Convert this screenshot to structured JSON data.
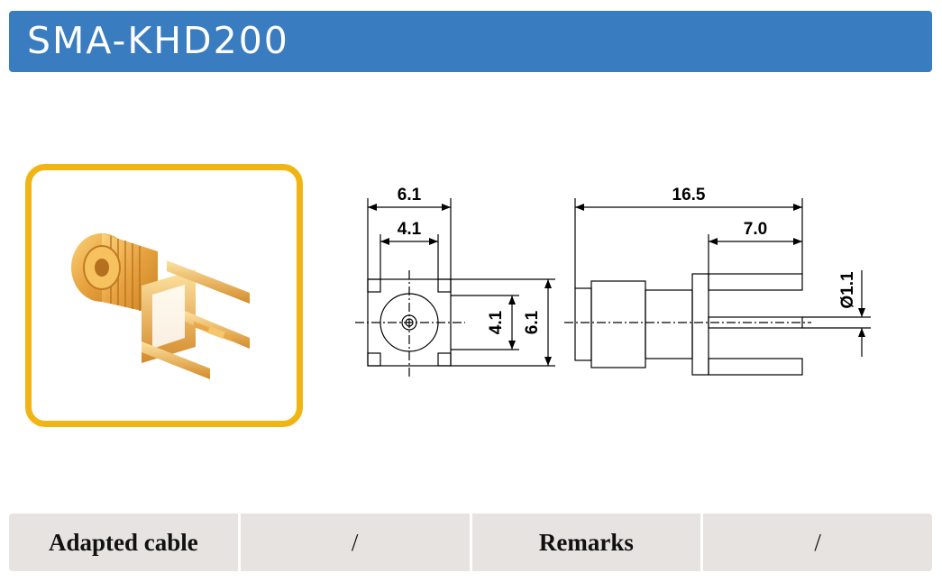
{
  "title": "SMA-KHD200",
  "drawing": {
    "front_width_outer": "6.1",
    "front_width_inner": "4.1",
    "front_height_inner": "4.1",
    "front_height_outer": "6.1",
    "side_length": "16.5",
    "side_pin_length": "7.0",
    "pin_diameter": "Ø1.1"
  },
  "table": {
    "adapted_cable_label": "Adapted cable",
    "adapted_cable_value": "/",
    "remarks_label": "Remarks",
    "remarks_value": "/"
  },
  "colors": {
    "title_bar": "#3a7cc0",
    "photo_frame": "#f0b512",
    "table_cell": "#e7e3e0",
    "gold": "#e7a23f"
  }
}
